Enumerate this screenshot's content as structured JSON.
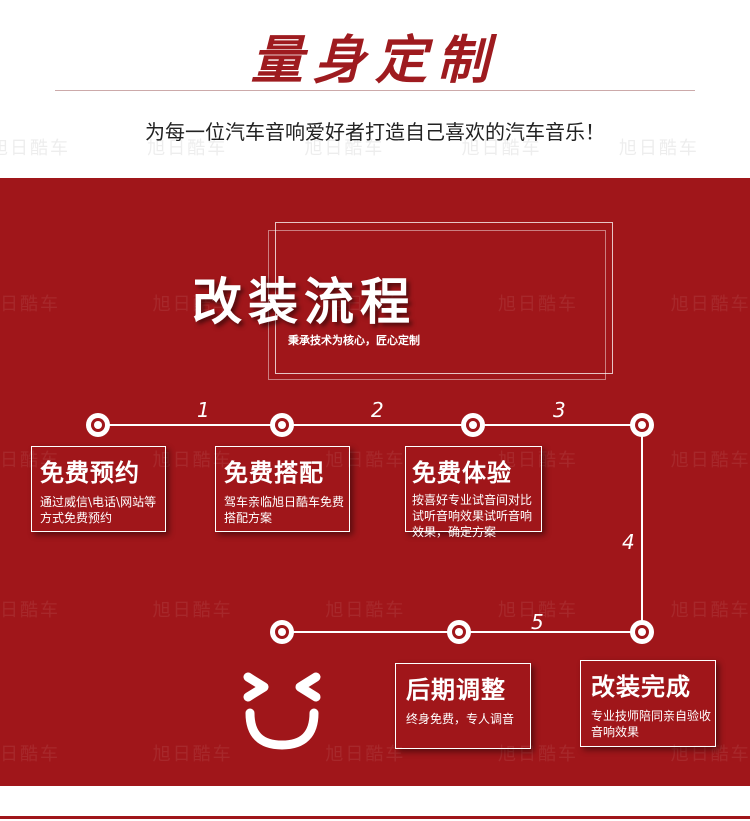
{
  "header": {
    "title": "量身定制",
    "subtitle": "为每一位汽车音响爱好者打造自己喜欢的汽车音乐！",
    "watermark": "旭日酷车"
  },
  "section": {
    "title": "改装流程",
    "subtitle": "秉承技术为核心，匠心定制"
  },
  "connectors": [
    "1",
    "2",
    "3",
    "4",
    "5"
  ],
  "steps": [
    {
      "title": "免费预约",
      "desc": "通过威信\\电话\\网站等方式免费预约"
    },
    {
      "title": "免费搭配",
      "desc": "驾车亲临旭日酷车免费搭配方案"
    },
    {
      "title": "免费体验",
      "desc": "按喜好专业试音间对比试听音响效果试听音响效果，确定方案"
    },
    {
      "title": "改装完成",
      "desc": "专业技师陪同亲自验收音响效果"
    },
    {
      "title": "后期调整",
      "desc": "终身免费，专人调音"
    }
  ],
  "colors": {
    "accent": "#a0161a",
    "title": "#9e1b1f"
  }
}
